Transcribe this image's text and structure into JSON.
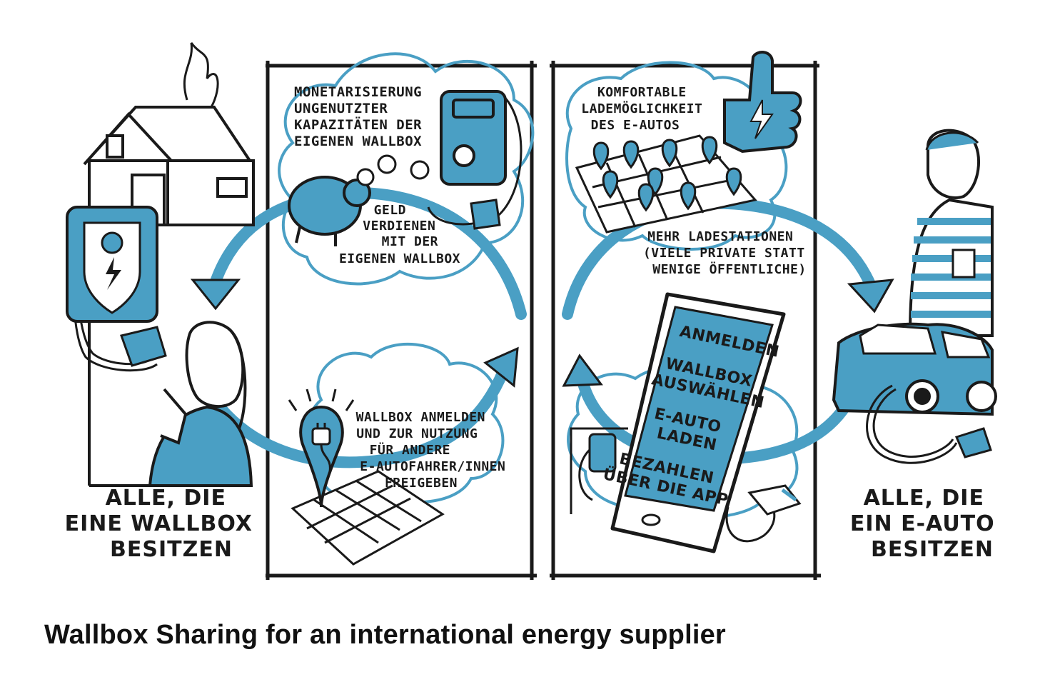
{
  "colors": {
    "accent": "#4a9fc4",
    "ink": "#1a1a1a",
    "background": "#ffffff"
  },
  "owner": {
    "label_lines": [
      "ALLE, DIE",
      "EINE WALLBOX",
      "BESITZEN"
    ]
  },
  "driver": {
    "label_lines": [
      "ALLE, DIE",
      "EIN E-AUTO",
      "BESITZEN"
    ]
  },
  "panel_left": {
    "top_note_lines": [
      "MONETARISIERUNG",
      "UNGENUTZTER",
      "KAPAZITÄTEN DER",
      "EIGENEN WALLBOX"
    ],
    "money_note_lines": [
      "GELD",
      "VERDIENEN",
      "MIT DER",
      "EIGENEN WALLBOX"
    ],
    "register_note_lines": [
      "WALLBOX ANMELDEN",
      "UND ZUR NUTZUNG",
      "FÜR ANDERE",
      "E-AUTOFAHRER/INNEN",
      "FREIGEBEN"
    ]
  },
  "panel_right": {
    "comfort_note_lines": [
      "KOMFORTABLE",
      "LADEMÖGLICHKEIT",
      "DES E-AUTOS"
    ],
    "stations_note_lines": [
      "MEHR LADESTATIONEN",
      "(VIELE PRIVATE STATT",
      "WENIGE ÖFFENTLICHE)"
    ],
    "app_steps": [
      {
        "lines": [
          "ANMELDEN"
        ]
      },
      {
        "lines": [
          "WALLBOX",
          "AUSWÄHLEN"
        ]
      },
      {
        "lines": [
          "E-AUTO",
          "LADEN"
        ]
      },
      {
        "lines": [
          "BEZAHLEN",
          "ÜBER DIE APP"
        ]
      }
    ]
  },
  "icons": [
    "house-icon",
    "wallbox-icon",
    "lightning-icon",
    "woman-icon",
    "piggy-bank-icon",
    "coin-icon",
    "map-pin-icon",
    "plug-icon",
    "map-grid-icon",
    "thumbs-up-icon",
    "tablet-icon",
    "man-icon",
    "car-icon",
    "cable-icon",
    "arrow-icon"
  ],
  "caption": "Wallbox Sharing for an international energy supplier"
}
